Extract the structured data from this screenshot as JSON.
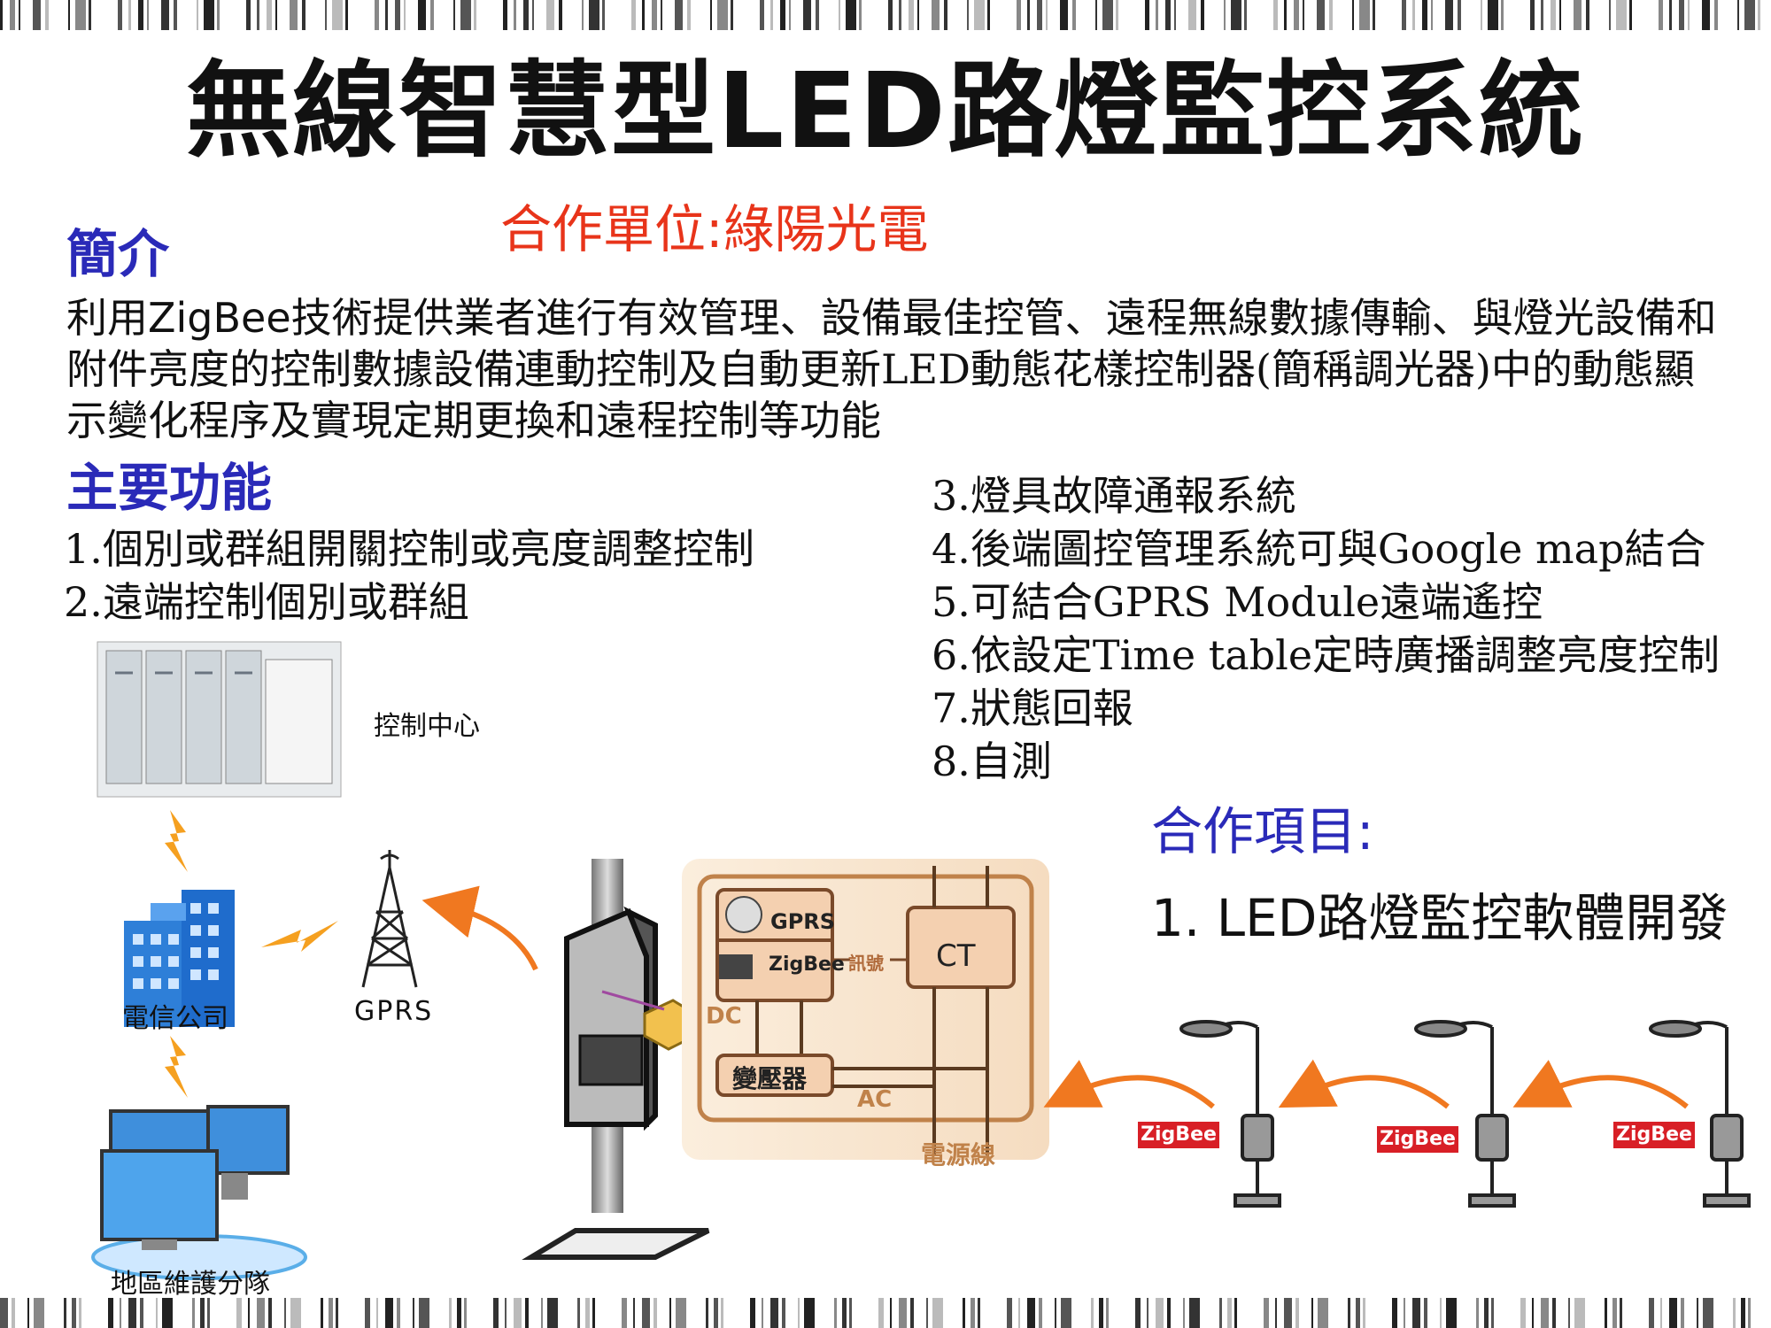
{
  "title": "無線智慧型LED路燈監控系統",
  "partner": "合作單位:綠陽光電",
  "intro": {
    "heading": "簡介",
    "lead": "利用ZigBee技術提",
    "body": "供業者進行有效管理、設備最佳控管、遠程無線數據傳輸、與燈光設備和附件亮度的控制數據設備連動控制及自動更新LED動態花樣控制器(簡稱調光器)中的動態顯示變化程序及實現定期更換和遠程控制等功能"
  },
  "functions": {
    "heading": "主要功能",
    "left": [
      "1.個別或群組開關控制或亮度調整控制",
      "2.遠端控制個別或群組"
    ],
    "right": [
      "3.燈具故障通報系統",
      "4.後端圖控管理系統可與Google map結合",
      "5.可結合GPRS Module遠端遙控",
      "6.依設定Time table定時廣播調整亮度控制",
      "7.狀態回報",
      "8.自測"
    ]
  },
  "cooperation": {
    "heading": "合作項目:",
    "items": [
      "1. LED路燈監控軟體開發"
    ]
  },
  "diagram": {
    "control_center": "控制中心",
    "telecom": "電信公司",
    "gprs": "GPRS",
    "maintenance": "地區維護分隊",
    "box": {
      "gprs": "GPRS",
      "zigbee": "ZigBee",
      "signal": "訊號",
      "ct": "CT",
      "dc": "DC",
      "transformer": "變壓器",
      "ac": "AC",
      "power_line": "電源線"
    },
    "zigbee_tags": [
      "ZigBee",
      "ZigBee",
      "ZigBee"
    ]
  },
  "colors": {
    "heading_blue": "#2a2ab8",
    "partner_red": "#e8341a",
    "arrow_orange": "#f07820",
    "zigbee_red": "#d81f26",
    "box_brown": "#b06a3a"
  }
}
